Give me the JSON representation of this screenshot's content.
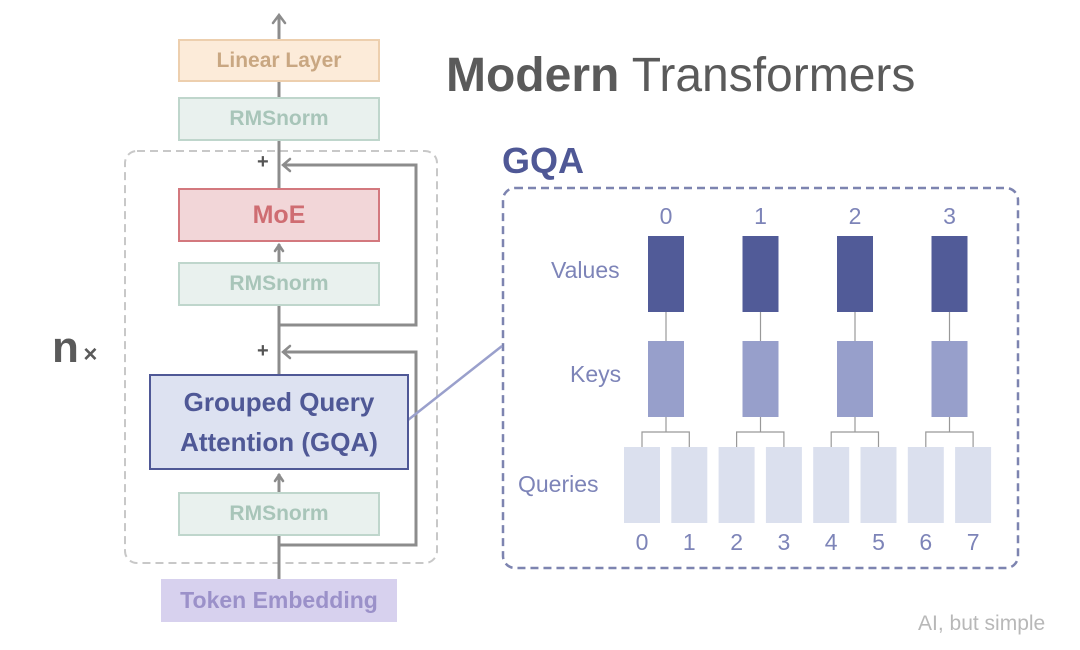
{
  "title": {
    "bold": "Modern",
    "regular": "Transformers"
  },
  "colors": {
    "text_gray": "#5a5a5a",
    "wire": "#8c8c8c",
    "linear_fill": "#fcebd9",
    "linear_border": "#edcfae",
    "linear_text": "#c9a782",
    "norm_fill": "#e9f1ee",
    "norm_border": "#bfd6cc",
    "norm_text": "#a8c5b9",
    "moe_fill": "#f2d6d8",
    "moe_border": "#d3787e",
    "moe_text": "#cf6d72",
    "gqa_fill": "#dde2f1",
    "gqa_border": "#4f5896",
    "gqa_text": "#4f5896",
    "embed_fill": "#d7d1ee",
    "embed_text": "#9b91c9",
    "values_fill": "#515b98",
    "keys_fill": "#979fcb",
    "queries_fill": "#dbe0ee",
    "accent": "#4f5896",
    "label": "#7d84b8",
    "dashed_gray": "#c8c8c8",
    "dashed_blue": "#7d84b0",
    "watermark": "#b8b8b8"
  },
  "block": {
    "linear": "Linear Layer",
    "norm_top": "RMSnorm",
    "moe": "MoE",
    "norm_mid": "RMSnorm",
    "gqa_line1": "Grouped Query",
    "gqa_line2": "Attention (GQA)",
    "norm_bottom": "RMSnorm",
    "embedding": "Token Embedding",
    "plus_top": "+",
    "plus_bottom": "+",
    "repeat_n": "n",
    "repeat_x": "×"
  },
  "gqa": {
    "title": "GQA",
    "row_labels": {
      "values": "Values",
      "keys": "Keys",
      "queries": "Queries"
    },
    "head_indices": [
      "0",
      "1",
      "2",
      "3"
    ],
    "query_indices": [
      "0",
      "1",
      "2",
      "3",
      "4",
      "5",
      "6",
      "7"
    ],
    "queries_per_group": 2
  },
  "watermark": "AI, but simple"
}
